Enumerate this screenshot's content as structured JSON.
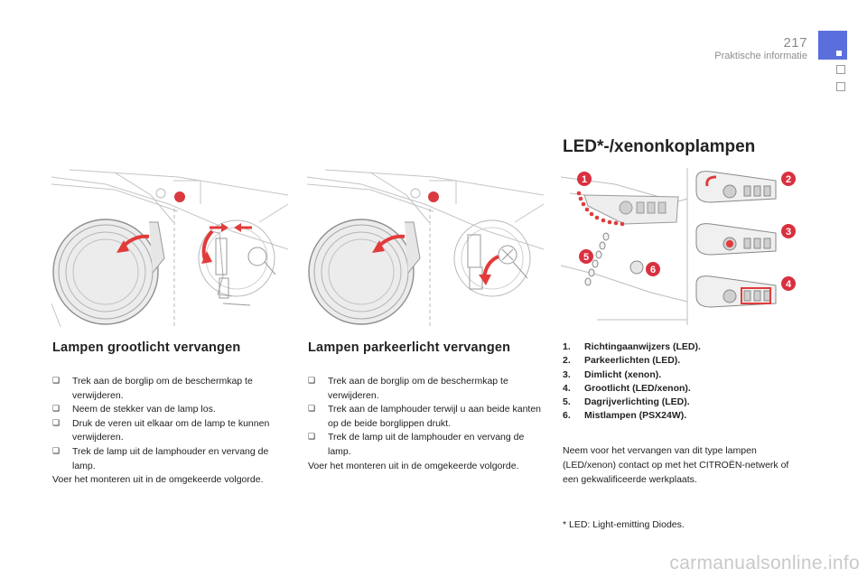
{
  "header": {
    "page_number": "217",
    "section": "Praktische informatie"
  },
  "left": {
    "title": "Lampen grootlicht vervangen",
    "bullets": [
      "Trek aan de borglip om de beschermkap te verwijderen.",
      "Neem de stekker van de lamp los.",
      "Druk de veren uit elkaar om de lamp te kunnen verwijderen.",
      "Trek de lamp uit de lamphouder en vervang de lamp."
    ],
    "note": "Voer het monteren uit in de omgekeerde volgorde."
  },
  "middle": {
    "title": "Lampen parkeerlicht vervangen",
    "bullets": [
      "Trek aan de borglip om de beschermkap te verwijderen.",
      "Trek aan de lamphouder terwijl u aan beide kanten op de beide borglippen drukt.",
      "Trek de lamp uit de lamphouder en vervang de lamp."
    ],
    "note": "Voer het monteren uit in de omgekeerde volgorde."
  },
  "right": {
    "title": "LED*-/xenonkoplampen",
    "items": [
      {
        "n": "1.",
        "label": "Richtingaanwijzers (LED)."
      },
      {
        "n": "2.",
        "label": "Parkeerlichten (LED)."
      },
      {
        "n": "3.",
        "label": "Dimlicht (xenon)."
      },
      {
        "n": "4.",
        "label": "Grootlicht (LED/xenon)."
      },
      {
        "n": "5.",
        "label": "Dagrijverlichting (LED)."
      },
      {
        "n": "6.",
        "label": "Mistlampen (PSX24W)."
      }
    ],
    "paragraph": "Neem voor het vervangen van dit type lampen (LED/xenon) contact op met het CITROËN-netwerk of een gekwalificeerde werkplaats.",
    "footnote": "* LED: Light-emitting Diodes.",
    "callouts": [
      "1",
      "2",
      "3",
      "4",
      "5",
      "6"
    ]
  },
  "watermark": "carmanualsonline.info",
  "colors": {
    "accent": "#5a6fdc",
    "callout_red": "#d9303f",
    "arrow_red": "#e23b3b",
    "line_grey": "#b8b8b8"
  }
}
